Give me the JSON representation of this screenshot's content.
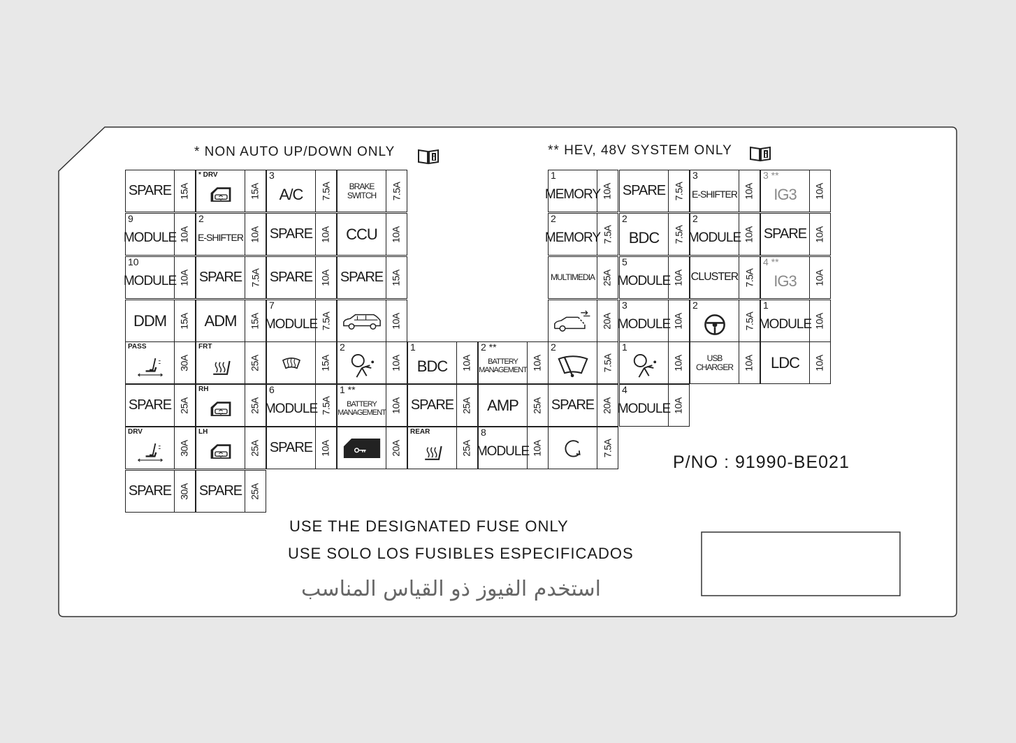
{
  "notes": {
    "left": "* NON AUTO UP/DOWN ONLY",
    "right": "** HEV, 48V SYSTEM ONLY",
    "part_number": "P/NO : 91990-BE021",
    "use_en": "USE THE DESIGNATED FUSE ONLY",
    "use_es": "USE SOLO LOS FUSIBLES ESPECIFICADOS",
    "use_ar": "استخدم الفيوز ذو القياس المناسب"
  },
  "fuses": {
    "l1a": {
      "label": "SPARE",
      "amp": "15A"
    },
    "l1b": {
      "mark": "* DRV",
      "icon": "window-switch-icon",
      "amp": "15A"
    },
    "l1c": {
      "num": "3",
      "label": "A/C",
      "amp": "7.5A"
    },
    "l1d": {
      "label": "BRAKE SWITCH",
      "amp": "7.5A"
    },
    "l2a": {
      "num": "9",
      "label": "MODULE",
      "amp": "10A"
    },
    "l2b": {
      "num": "2",
      "label": "E-SHIFTER",
      "amp": "10A"
    },
    "l2c": {
      "label": "SPARE",
      "amp": "10A"
    },
    "l2d": {
      "label": "CCU",
      "amp": "10A"
    },
    "l3a": {
      "num": "10",
      "label": "MODULE",
      "amp": "10A"
    },
    "l3b": {
      "label": "SPARE",
      "amp": "7.5A"
    },
    "l3c": {
      "label": "SPARE",
      "amp": "10A"
    },
    "l3d": {
      "label": "SPARE",
      "amp": "15A"
    },
    "l4a": {
      "label": "DDM",
      "amp": "15A"
    },
    "l4b": {
      "label": "ADM",
      "amp": "15A"
    },
    "l4c": {
      "num": "7",
      "label": "MODULE",
      "amp": "7.5A"
    },
    "l4d": {
      "icon": "car-icon",
      "amp": "10A"
    },
    "l5a": {
      "mark": "PASS",
      "icon": "seat-adjust-icon",
      "amp": "30A"
    },
    "l5b": {
      "mark": "FRT",
      "icon": "seat-heater-icon",
      "amp": "25A"
    },
    "l5c": {
      "icon": "front-defog-icon",
      "amp": "15A"
    },
    "l5d": {
      "num": "2",
      "icon": "airbag-icon",
      "amp": "10A"
    },
    "l6a": {
      "label": "SPARE",
      "amp": "25A"
    },
    "l6b": {
      "mark": "RH",
      "icon": "window-switch-icon",
      "amp": "25A"
    },
    "l6c": {
      "num": "6",
      "label": "MODULE",
      "amp": "7.5A"
    },
    "l6d": {
      "num": "1 **",
      "label": "BATTERY MANAGEMENT",
      "amp": "10A"
    },
    "l7a": {
      "mark": "DRV",
      "icon": "seat-adjust-icon",
      "amp": "30A"
    },
    "l7b": {
      "mark": "LH",
      "icon": "window-switch-icon",
      "amp": "25A"
    },
    "l7c": {
      "label": "SPARE",
      "amp": "10A"
    },
    "l7d": {
      "icon": "door-lock-icon",
      "amp": "20A"
    },
    "l8a": {
      "label": "SPARE",
      "amp": "30A"
    },
    "l8b": {
      "label": "SPARE",
      "amp": "25A"
    },
    "c1": {
      "num": "1",
      "label": "BDC",
      "amp": "10A"
    },
    "c2": {
      "num": "2 **",
      "label": "BATTERY MANAGEMENT",
      "amp": "10A"
    },
    "c3": {
      "label": "SPARE",
      "amp": "25A"
    },
    "c4": {
      "label": "AMP",
      "amp": "25A"
    },
    "c5": {
      "mark": "REAR",
      "icon": "seat-heater-icon",
      "amp": "25A"
    },
    "c6": {
      "num": "8",
      "label": "MODULE",
      "amp": "10A"
    },
    "r1a": {
      "num": "1",
      "label": "MEMORY",
      "amp": "10A"
    },
    "r1b": {
      "label": "SPARE",
      "amp": "7.5A"
    },
    "r1c": {
      "num": "3",
      "label": "E-SHIFTER",
      "amp": "10A"
    },
    "r1d": {
      "num": "3 **",
      "label": "IG3",
      "amp": "10A"
    },
    "r2a": {
      "num": "2",
      "label": "MEMORY",
      "amp": "7.5A"
    },
    "r2b": {
      "num": "2",
      "label": "BDC",
      "amp": "7.5A"
    },
    "r2c": {
      "num": "2",
      "label": "MODULE",
      "amp": "10A"
    },
    "r2d": {
      "label": "SPARE",
      "amp": "10A"
    },
    "r3a": {
      "label": "MULTIMEDIA",
      "amp": "25A"
    },
    "r3b": {
      "num": "5",
      "label": "MODULE",
      "amp": "10A"
    },
    "r3c": {
      "label": "CLUSTER",
      "amp": "7.5A"
    },
    "r3d": {
      "num": "4 **",
      "label": "IG3",
      "amp": "10A"
    },
    "r4a": {
      "icon": "power-tailgate-icon",
      "amp": "20A"
    },
    "r4b": {
      "num": "3",
      "label": "MODULE",
      "amp": "10A"
    },
    "r4c": {
      "num": "2",
      "icon": "steering-wheel-icon",
      "amp": "7.5A"
    },
    "r4d": {
      "num": "1",
      "label": "MODULE",
      "amp": "10A"
    },
    "r5a": {
      "num": "2",
      "icon": "wiper-icon",
      "amp": "7.5A"
    },
    "r5b": {
      "num": "1",
      "icon": "airbag-icon",
      "amp": "10A"
    },
    "r5c": {
      "label": "USB CHARGER",
      "amp": "10A"
    },
    "r5d": {
      "label": "LDC",
      "amp": "10A"
    },
    "r6a": {
      "label": "SPARE",
      "amp": "20A"
    },
    "r6b": {
      "num": "4",
      "label": "MODULE",
      "amp": "10A"
    },
    "r7a": {
      "icon": "rotate-arrow-icon",
      "amp": "7.5A"
    }
  }
}
